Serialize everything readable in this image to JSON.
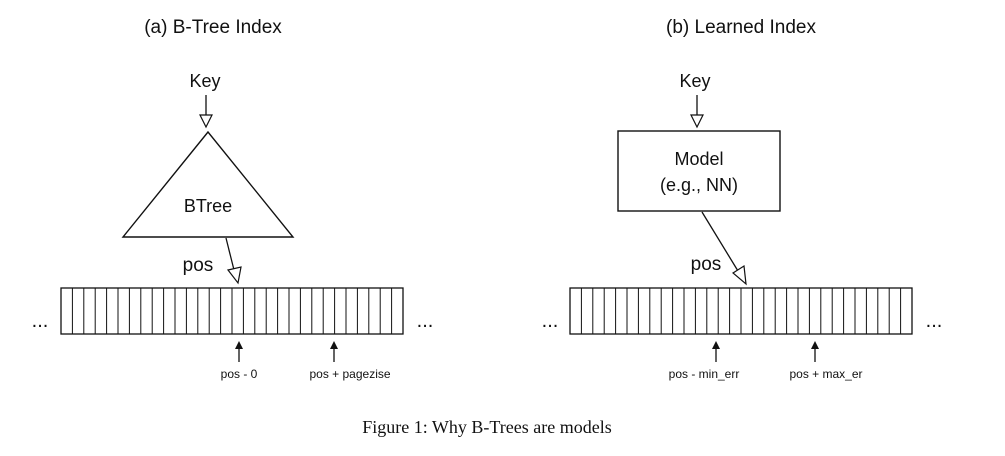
{
  "figure": {
    "caption": "Figure 1: Why B-Trees are models"
  },
  "left": {
    "title": "(a) B-Tree Index",
    "key_label": "Key",
    "node_label": "BTree",
    "pos_label": "pos",
    "left_ellipsis": "...",
    "right_ellipsis": "...",
    "lower_bound_label": "pos - 0",
    "upper_bound_label": "pos + pagezise"
  },
  "right": {
    "title": "(b) Learned Index",
    "key_label": "Key",
    "model_line1": "Model",
    "model_line2": "(e.g., NN)",
    "pos_label": "pos",
    "left_ellipsis": "...",
    "right_ellipsis": "...",
    "lower_bound_label": "pos - min_err",
    "upper_bound_label": "pos + max_er"
  }
}
